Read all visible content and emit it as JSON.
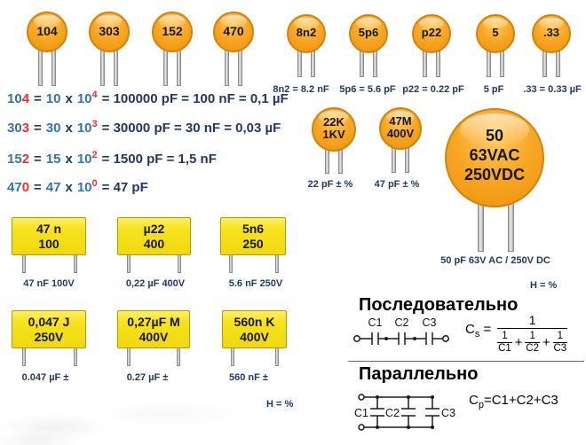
{
  "symbols": {
    "eq": "=",
    "times": "x",
    "base": "10",
    "plus": "+",
    "h_note": "H = %"
  },
  "disc_row1": [
    {
      "label": "104"
    },
    {
      "label": "303"
    },
    {
      "label": "152"
    },
    {
      "label": "470"
    }
  ],
  "disc_row2": [
    {
      "label": "8n2",
      "caption": "8n2 = 8.2 nF"
    },
    {
      "label": "5p6",
      "caption": "5p6 = 5.6 pF"
    },
    {
      "label": "p22",
      "caption": "p22 = 0.22 pF"
    },
    {
      "label": "5",
      "caption": "5 pF"
    },
    {
      "label": ".33",
      "caption": ".33 = 0.33 µF"
    }
  ],
  "formula_lines": [
    {
      "code_blue": "10",
      "code_red": "4",
      "mant": "10",
      "exp": "4",
      "tail": "= 100000 pF = 100 nF = 0,1 µF"
    },
    {
      "code_blue": "30",
      "code_red": "3",
      "mant": "30",
      "exp": "3",
      "tail": "= 30000 pF = 30 nF = 0,03 µF"
    },
    {
      "code_blue": "15",
      "code_red": "2",
      "mant": "15",
      "exp": "2",
      "tail": "= 1500 pF = 1,5 nF"
    },
    {
      "code_blue": "47",
      "code_red": "0",
      "mant": "47",
      "exp": "0",
      "tail": "= 47 pF"
    }
  ],
  "mid_discs": [
    {
      "line1": "22K",
      "line2": "1KV",
      "caption": "22 pF ± %"
    },
    {
      "line1": "47M",
      "line2": "400V",
      "caption": "47 pF ± %"
    }
  ],
  "big_disc": {
    "line1": "50",
    "line2": "63VAC",
    "line3": "250VDC",
    "caption": "50 pF 63V AC / 250V DC"
  },
  "film_row1": [
    {
      "line1": "47 n",
      "line2": "100",
      "caption": "47 nF 100V"
    },
    {
      "line1": "µ22",
      "line2": "400",
      "caption": "0,22 µF 400V"
    },
    {
      "line1": "5n6",
      "line2": "250",
      "caption": "5.6 nF 250V"
    }
  ],
  "film_row2": [
    {
      "line1": "0,047 J",
      "line2": "250V",
      "caption": "0.047 µF ±"
    },
    {
      "line1": "0,27µF M",
      "line2": "400V",
      "caption": "0.27 µF ±"
    },
    {
      "line1": "560n K",
      "line2": "400V",
      "caption": "560 nF ±"
    }
  ],
  "series": {
    "title": "Последовательно",
    "c1": "C1",
    "c2": "C2",
    "c3": "C3",
    "formula": {
      "lhs": "C",
      "sub": "s",
      "eq": "=",
      "num": "1",
      "f1n": "1",
      "f1d": "C1",
      "f2n": "1",
      "f2d": "C2",
      "f3n": "1",
      "f3d": "C3"
    }
  },
  "parallel": {
    "title": "Параллельно",
    "c1": "C1",
    "c2": "C2",
    "c3": "C3",
    "formula": {
      "lhs": "C",
      "sub": "p",
      "rhs": "=C1+C2+C3"
    }
  },
  "colors": {
    "disc_body": "#F8A825",
    "disc_border": "#D2830D",
    "film_body": "#F6E21D",
    "film_border": "#B39A00",
    "text_dark": "#1F3864",
    "blue": "#2E74B5",
    "red": "#FF2B2B",
    "black": "#000000"
  }
}
